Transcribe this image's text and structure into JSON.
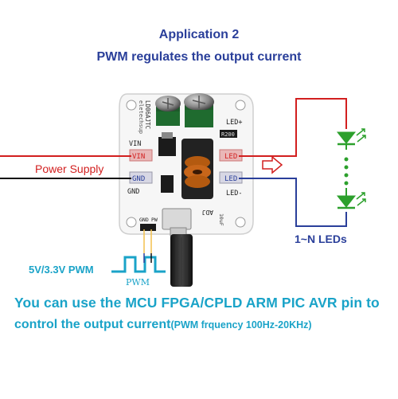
{
  "title": {
    "line1": "Application 2",
    "line2": "PWM regulates the output current"
  },
  "labels": {
    "power_supply": "Power Supply",
    "pwm_input": "5V/3.3V PWM",
    "pwm_signal": "PWM",
    "leds": "1~N LEDs"
  },
  "board": {
    "vin": "VIN",
    "vin_pin": "VIN",
    "gnd_pin": "GND",
    "gnd": "GND",
    "led_plus": "LED+",
    "led_pin": "LED",
    "led_minus_pin": "LED",
    "led_minus": "LED-",
    "resistor": "R200",
    "adj": "ADJ",
    "pin_gnd": "GND",
    "pin_pwm": "PW",
    "cap_label": "10uF",
    "brand": "eletechsup",
    "model": "LD06AJTC"
  },
  "footer": {
    "line1": "You can use the MCU FPGA/CPLD ARM PIC AVR  pin to",
    "line2_main": "control the output current",
    "line2_note": "(PWM frquency 100Hz-20KHz)"
  },
  "colors": {
    "title": "#2a3f9a",
    "accent": "#1aa3c8",
    "positive_wire": "#d21f1f",
    "negative_wire": "#2a3f9a",
    "led": "#2ca02c"
  }
}
